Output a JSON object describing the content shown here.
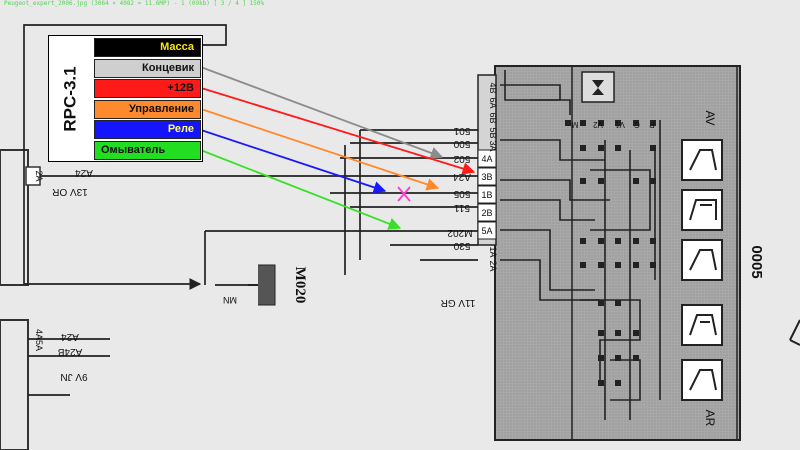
{
  "status_bar": {
    "text": "Peugeot_expert_2006.jpg  (3064 × 4082 = 11.6MP)  -  1 (09kb)  [ 3 / 4 ]   150%"
  },
  "rpc_legend": {
    "title": "RPC-3.1",
    "entries": [
      {
        "label": "Масса",
        "bg": "#000000",
        "text_color": "#ffe400"
      },
      {
        "label": "Концевик",
        "bg": "#cfcfcf",
        "text_color": "#111111"
      },
      {
        "label": "+12В",
        "bg": "#ff1a1a",
        "text_color": "#111111"
      },
      {
        "label": "Управление",
        "bg": "#ff8a2e",
        "text_color": "#111111"
      },
      {
        "label": "Реле",
        "bg": "#1414ff",
        "text_color": "#ffff66"
      },
      {
        "label": "Омыватель",
        "bg": "#22dd22",
        "text_color": "#111111"
      }
    ]
  },
  "wire_colors": {
    "gray": "#8c8c8c",
    "red": "#ff1a1a",
    "orange": "#ff8a2e",
    "blue": "#1a1aff",
    "green": "#38e028",
    "cross_mark": "#ff3cd0"
  },
  "connector_pins": [
    "4A",
    "3B",
    "1B",
    "2B",
    "5A"
  ],
  "connector_codes_vertical": [
    "4B",
    "6A",
    "6B",
    "5B",
    "3A"
  ],
  "connector_codes_vertical_low": [
    "1A",
    "2A"
  ],
  "wire_numbers": [
    "501",
    "500",
    "502",
    "A24",
    "505",
    "511",
    "M202",
    "530"
  ],
  "diagram_texts": {
    "a24_left": "A24",
    "v13_or": "13V OR",
    "label_2a": "2A",
    "motor_mn": "MN",
    "motor_code": "M020",
    "label_4aba": "4A5A",
    "a24_lower": "A24",
    "a24b": "A24B",
    "v9_jn": "9V JN",
    "v11_gr": "11V GR",
    "module_code": "0005",
    "av": "AV",
    "ar": "AR",
    "switch_m": "M",
    "switch_v2": "V2",
    "switch_v1": "V1",
    "switch_c": "C",
    "switch_p": "P"
  }
}
